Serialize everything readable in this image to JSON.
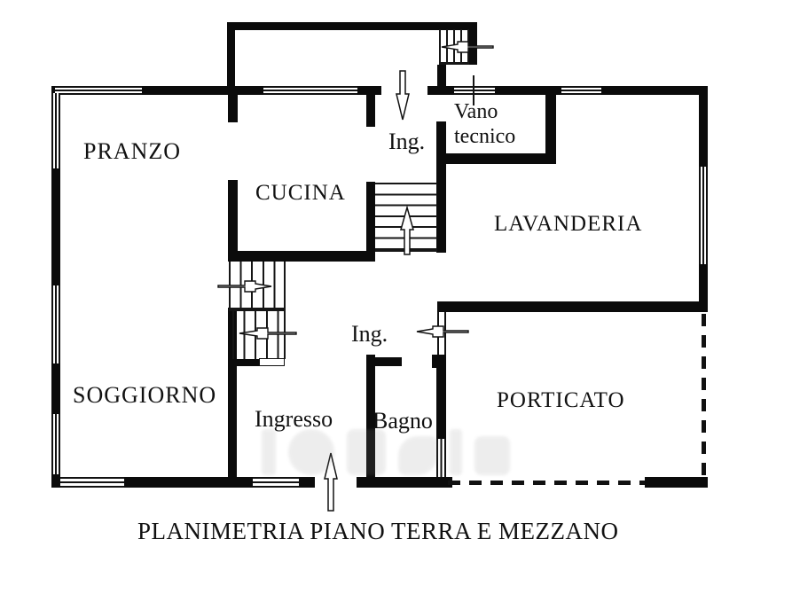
{
  "title": "PLANIMETRIA PIANO TERRA E MEZZANO",
  "colors": {
    "wall": "#0b0b0b",
    "background": "#ffffff",
    "watermark_gray": "#8f8f8f"
  },
  "rooms": {
    "pranzo": "PRANZO",
    "cucina": "CUCINA",
    "ingresso_top": "Ing.",
    "vano_tecnico": "Vano tecnico",
    "lavanderia": "LAVANDERIA",
    "soggiorno": "SOGGIORNO",
    "ingresso": "Ingresso",
    "bagno": "Bagno",
    "ingresso_mid": "Ing.",
    "porticato": "PORTICATO"
  }
}
